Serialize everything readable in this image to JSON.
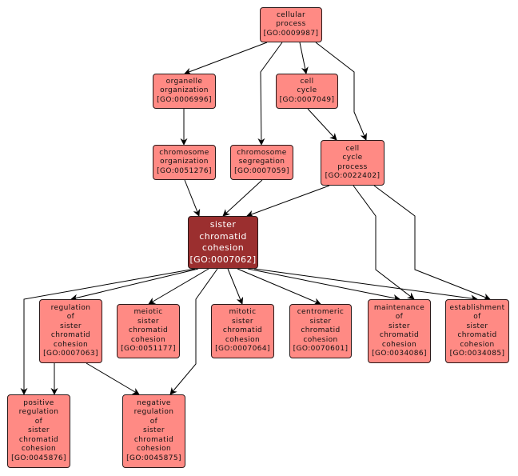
{
  "colors": {
    "node_fill": "#ff8a84",
    "focus_fill": "#9b2f2f",
    "border": "#2a1a1a",
    "edge": "#000000"
  },
  "nodes": {
    "n0009987": {
      "lines": [
        "cellular",
        "process"
      ],
      "id": "[GO:0009987]"
    },
    "n0006996": {
      "lines": [
        "organelle",
        "organization"
      ],
      "id": "[GO:0006996]"
    },
    "n0007049": {
      "lines": [
        "cell",
        "cycle"
      ],
      "id": "[GO:0007049]"
    },
    "n0051276": {
      "lines": [
        "chromosome",
        "organization"
      ],
      "id": "[GO:0051276]"
    },
    "n0007059": {
      "lines": [
        "chromosome",
        "segregation"
      ],
      "id": "[GO:0007059]"
    },
    "n0022402": {
      "lines": [
        "cell",
        "cycle",
        "process"
      ],
      "id": "[GO:0022402]"
    },
    "n0007062": {
      "lines": [
        "sister",
        "chromatid",
        "cohesion"
      ],
      "id": "[GO:0007062]"
    },
    "n0007063": {
      "lines": [
        "regulation",
        "of",
        "sister",
        "chromatid",
        "cohesion"
      ],
      "id": "[GO:0007063]"
    },
    "n0051177": {
      "lines": [
        "meiotic",
        "sister",
        "chromatid",
        "cohesion"
      ],
      "id": "[GO:0051177]"
    },
    "n0007064": {
      "lines": [
        "mitotic",
        "sister",
        "chromatid",
        "cohesion"
      ],
      "id": "[GO:0007064]"
    },
    "n0070601": {
      "lines": [
        "centromeric",
        "sister",
        "chromatid",
        "cohesion"
      ],
      "id": "[GO:0070601]"
    },
    "n0034086": {
      "lines": [
        "maintenance",
        "of",
        "sister",
        "chromatid",
        "cohesion"
      ],
      "id": "[GO:0034086]"
    },
    "n0034085": {
      "lines": [
        "establishment",
        "of",
        "sister",
        "chromatid",
        "cohesion"
      ],
      "id": "[GO:0034085]"
    },
    "n0045876": {
      "lines": [
        "positive",
        "regulation",
        "of",
        "sister",
        "chromatid",
        "cohesion"
      ],
      "id": "[GO:0045876]"
    },
    "n0045875": {
      "lines": [
        "negative",
        "regulation",
        "of",
        "sister",
        "chromatid",
        "cohesion"
      ],
      "id": "[GO:0045875]"
    }
  },
  "edges": [
    {
      "from": "n0009987",
      "to": "n0006996"
    },
    {
      "from": "n0009987",
      "to": "n0007049"
    },
    {
      "from": "n0009987",
      "to": "n0007059"
    },
    {
      "from": "n0009987",
      "to": "n0022402"
    },
    {
      "from": "n0006996",
      "to": "n0051276"
    },
    {
      "from": "n0007049",
      "to": "n0022402"
    },
    {
      "from": "n0051276",
      "to": "n0007062"
    },
    {
      "from": "n0007059",
      "to": "n0007062"
    },
    {
      "from": "n0022402",
      "to": "n0007062"
    },
    {
      "from": "n0022402",
      "to": "n0034086"
    },
    {
      "from": "n0022402",
      "to": "n0034085"
    },
    {
      "from": "n0007062",
      "to": "n0007063"
    },
    {
      "from": "n0007062",
      "to": "n0051177"
    },
    {
      "from": "n0007062",
      "to": "n0007064"
    },
    {
      "from": "n0007062",
      "to": "n0070601"
    },
    {
      "from": "n0007062",
      "to": "n0034086"
    },
    {
      "from": "n0007062",
      "to": "n0034085"
    },
    {
      "from": "n0007062",
      "to": "n0045876"
    },
    {
      "from": "n0007062",
      "to": "n0045875"
    },
    {
      "from": "n0007063",
      "to": "n0045876"
    },
    {
      "from": "n0007063",
      "to": "n0045875"
    }
  ]
}
